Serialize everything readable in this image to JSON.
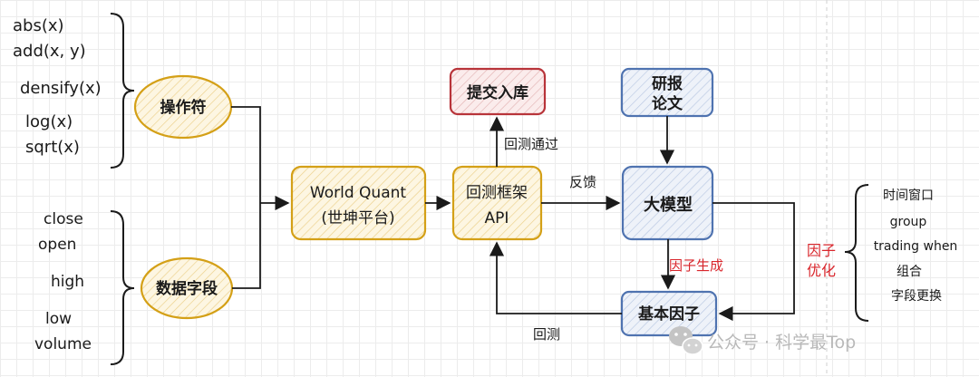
{
  "operators": {
    "items": [
      "abs(x)",
      "add(x, y)",
      "densify(x)",
      "log(x)",
      "sqrt(x)"
    ],
    "node_label": "操作符"
  },
  "data_fields": {
    "items": [
      "close",
      "open",
      "high",
      "low",
      "volume"
    ],
    "node_label": "数据字段"
  },
  "nodes": {
    "worldquant": [
      "World Quant",
      "(世坤平台)"
    ],
    "backtest_api": [
      "回测框架",
      "API"
    ],
    "submit": "提交入库",
    "research": [
      "研报",
      "论文"
    ],
    "llm": "大模型",
    "base_factor": "基本因子"
  },
  "edges": {
    "backtest_pass": "回测通过",
    "feedback": "反馈",
    "factor_gen": "因子生成",
    "backtest": "回测"
  },
  "optimization": {
    "label": [
      "因子",
      "优化"
    ],
    "items": [
      "时间窗口",
      "group",
      "trading when",
      "组合",
      "字段更换"
    ]
  },
  "watermark": {
    "icon": "wechat-icon",
    "text": "公众号 · 科学最Top"
  },
  "colors": {
    "orange": "#d4a017",
    "orange_fill": "#fdf4d9",
    "blue": "#4f73b0",
    "blue_fill": "#e9eef7",
    "red": "#b8343a",
    "red_fill": "#f9e4e4",
    "annotation_red": "#d9262c"
  }
}
